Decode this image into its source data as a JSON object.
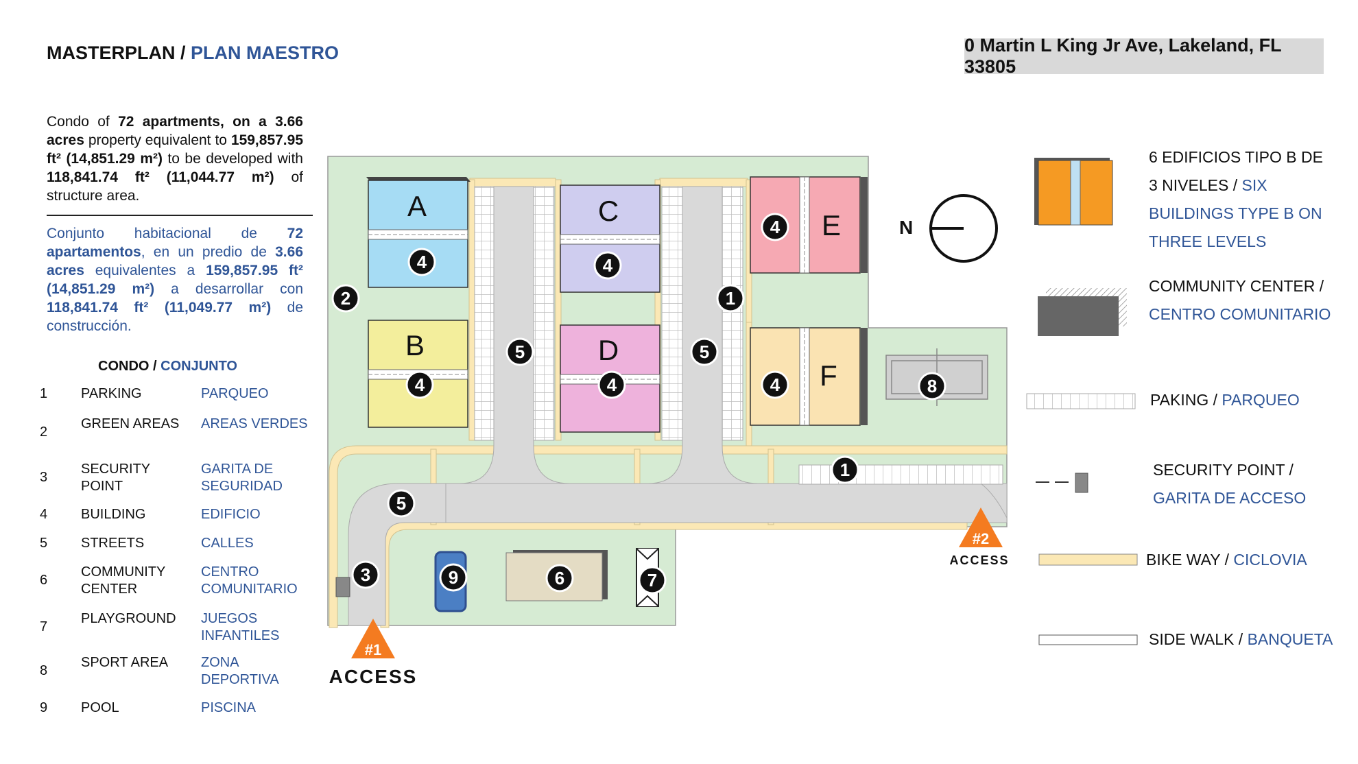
{
  "header": {
    "title_en": "MASTERPLAN / ",
    "title_es": "PLAN MAESTRO",
    "address": "0 Martin L King Jr Ave, Lakeland, FL 33805"
  },
  "description": {
    "en_html": "Condo of <b>72 apartments, on a 3.66 acres</b> property equivalent to <b>159,857.95 ft² (14,851.29 m²)</b> to be developed with <b>118,841.74 ft² (11,044.77 m²)</b> of structure area.",
    "es_html": "Conjunto habitacional de <b>72 apartamentos</b>, en un predio de <b>3.66 acres</b> equivalentes a <b>159,857.95 ft² (14,851.29 m²)</b> a desarrollar con <b>118,841.74 ft² (11,049.77 m²)</b> de construcción."
  },
  "legend": {
    "heading_en": "CONDO  / ",
    "heading_es": "CONJUNTO",
    "items": [
      {
        "num": "1",
        "en": "PARKING",
        "es": "PARQUEO"
      },
      {
        "num": "2",
        "en": "GREEN AREAS",
        "es": "AREAS VERDES"
      },
      {
        "num": "3",
        "en": "SECURITY POINT",
        "es": "GARITA DE SEGURIDAD"
      },
      {
        "num": "4",
        "en": "BUILDING",
        "es": "EDIFICIO"
      },
      {
        "num": "5",
        "en": "STREETS",
        "es": "CALLES"
      },
      {
        "num": "6",
        "en": "COMMUNITY CENTER",
        "es": "CENTRO COMUNITARIO"
      },
      {
        "num": "7",
        "en": "PLAYGROUND",
        "es": "JUEGOS INFANTILES"
      },
      {
        "num": "8",
        "en": "SPORT AREA",
        "es": "ZONA DEPORTIVA"
      },
      {
        "num": "9",
        "en": "POOL",
        "es": "PISCINA"
      }
    ]
  },
  "plan": {
    "buildings": [
      "A",
      "B",
      "C",
      "D",
      "E",
      "F"
    ],
    "north": "N",
    "access1_num": "#1",
    "access1_label": "ACCESS",
    "access2_num": "#2",
    "access2_label": "ACCESS",
    "markers": [
      "1",
      "1",
      "2",
      "3",
      "4",
      "4",
      "4",
      "4",
      "4",
      "4",
      "5",
      "5",
      "5",
      "6",
      "7",
      "8",
      "9"
    ]
  },
  "key": {
    "buildings_en": "6 EDIFICIOS TIPO B DE 3 NIVELES / ",
    "buildings_es": "SIX BUILDINGS TYPE B ON THREE LEVELS",
    "community_en": "COMMUNITY CENTER / ",
    "community_es": "CENTRO COMUNITARIO",
    "parking_en": "PAKING / ",
    "parking_es": "PARQUEO",
    "security_en": "SECURITY POINT / ",
    "security_es": "GARITA DE ACCESO",
    "bike_en": "BIKE WAY / ",
    "bike_es": "CICLOVIA",
    "sidewalk_en": "SIDE WALK / ",
    "sidewalk_es": "BANQUETA"
  },
  "colors": {
    "green": "#d6ebd3",
    "street": "#d9d9d9",
    "bike": "#fbe8b5",
    "building_A": "#a6dcf4",
    "building_B": "#f3ee9c",
    "building_C": "#cfcdef",
    "building_D": "#eeb2dc",
    "building_E": "#f6a9b3",
    "building_F": "#fae3b2",
    "access": "#f47b20",
    "accent_blue": "#2f5597"
  }
}
